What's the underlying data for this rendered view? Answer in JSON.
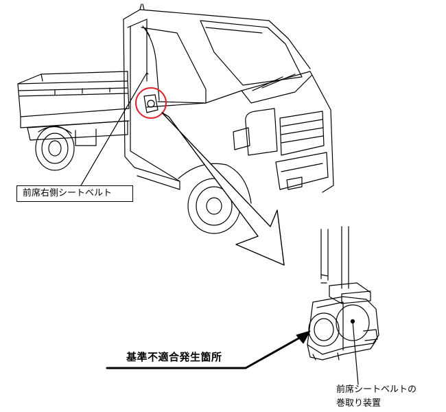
{
  "labels": {
    "seatbelt": "前席右側シートベルト",
    "nonconformity": "基準不適合発生箇所",
    "retractor_line1": "前席シートベルトの",
    "retractor_line2": "巻取り装置"
  },
  "colors": {
    "line": "#000000",
    "highlight_circle": "#e0202a",
    "background": "#ffffff"
  }
}
